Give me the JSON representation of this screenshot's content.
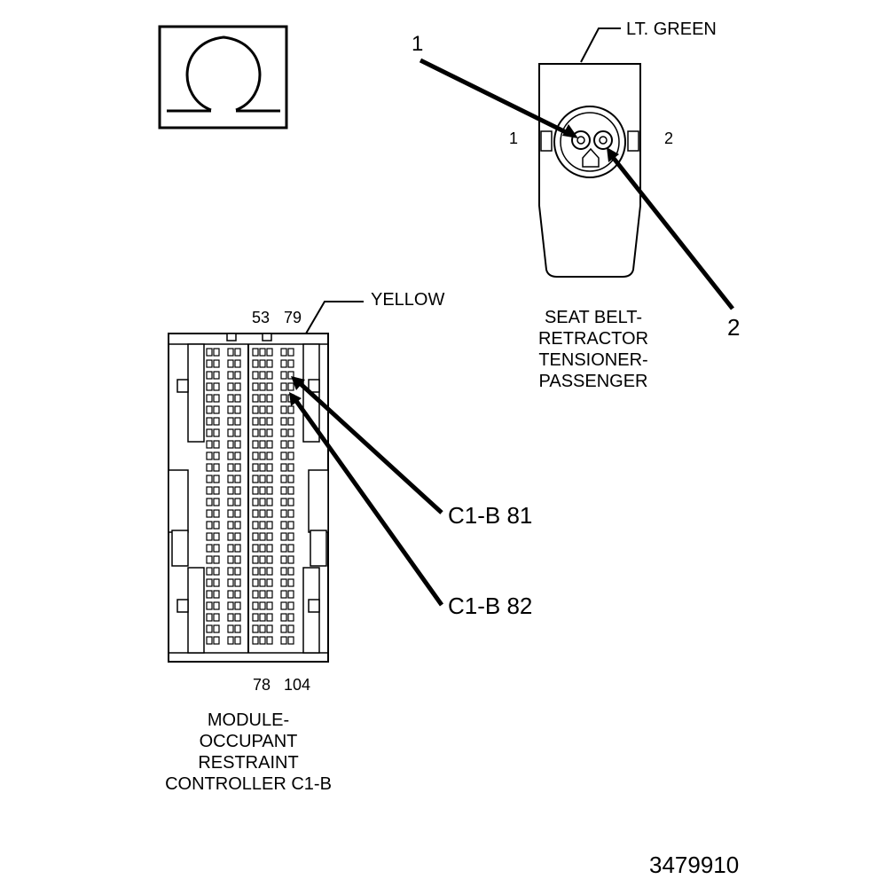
{
  "symbol": {
    "icon": "ohm-icon"
  },
  "seatbelt_connector": {
    "color_label": "LT. GREEN",
    "pin_1": "1",
    "pin_2": "2",
    "callout_1": "1",
    "callout_2": "2",
    "title_lines": [
      "SEAT BELT-",
      "RETRACTOR",
      "TENSIONER-",
      "PASSENGER"
    ]
  },
  "module_connector": {
    "color_label": "YELLOW",
    "top_pin_left": "53",
    "top_pin_right": "79",
    "bottom_pin_left": "78",
    "bottom_pin_right": "104",
    "callout_a": "C1-B 81",
    "callout_b": "C1-B 82",
    "title_lines": [
      "MODULE-",
      "OCCUPANT",
      "RESTRAINT",
      "CONTROLLER C1-B"
    ]
  },
  "figure_number": "3479910"
}
